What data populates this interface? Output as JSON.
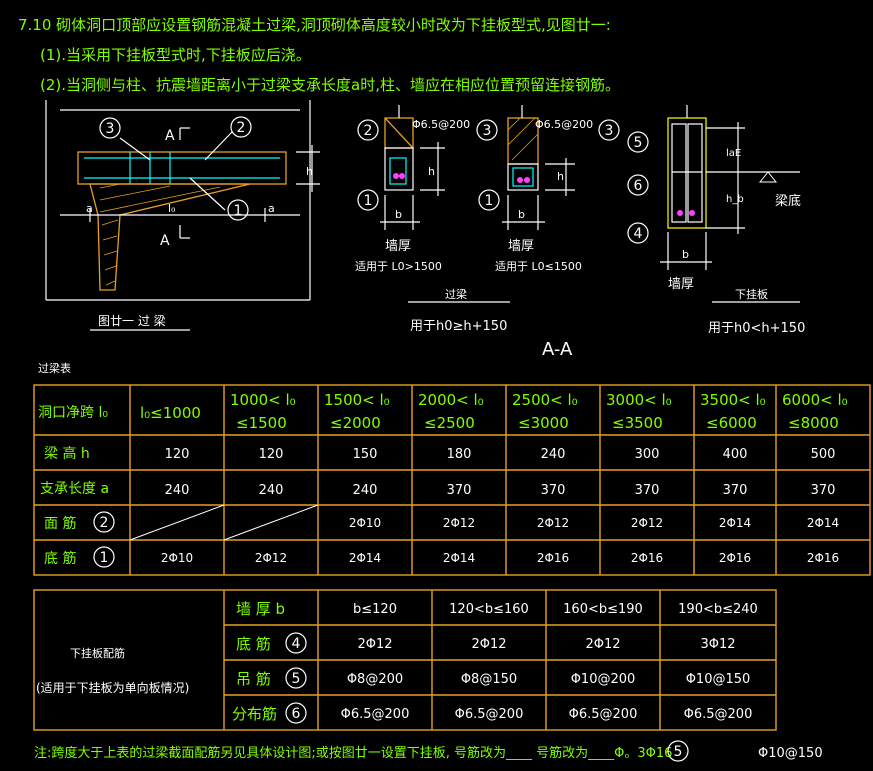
{
  "heading": {
    "line1": "7.10  砌体洞口顶部应设置钢筋混凝土过梁,洞顶砌体高度较小时改为下挂板型式,见图廿一:",
    "line2": "(1).当采用下挂板型式时,下挂板应后浇。",
    "line3": "(2).当洞侧与柱、抗震墙距离小于过梁支承长度a时,柱、墙应在相应位置预留连接钢筋。"
  },
  "fig_lintel": {
    "mark_3": "3",
    "mark_2": "2",
    "mark_1": "1",
    "section_a_top": "A",
    "section_a_bottom": "A",
    "label_h": "h",
    "label_a_left": "a",
    "label_l0": "l₀",
    "label_a_right": "a",
    "caption": "图廿一  过  梁"
  },
  "fig_sec1": {
    "mark_2": "2",
    "mark_3": "3",
    "mark_1": "1",
    "rebar": "Φ6.5@200",
    "label_h": "h",
    "label_b": "b",
    "wall": "墙厚",
    "applies": "适用于 L0>1500"
  },
  "fig_sec2": {
    "mark_3": "3",
    "mark_1": "1",
    "rebar": "Φ6.5@200",
    "label_h": "h",
    "label_b": "b",
    "wall": "墙厚",
    "applies": "适用于 L0≤1500"
  },
  "fig_lintel_label": {
    "name": "过梁",
    "use": "用于h0≥h+150"
  },
  "section_title": "A-A",
  "fig_hang": {
    "mark_5": "5",
    "mark_6": "6",
    "mark_4": "4",
    "label_lae": "laE",
    "label_hb": "h_b",
    "beam_bottom": "梁底",
    "label_b": "b",
    "wall": "墙厚",
    "name": "下挂板",
    "use": "用于h0<h+150"
  },
  "table1": {
    "title": "过梁表",
    "header": [
      "洞口净跨  l₀",
      "l₀≤1000",
      "1000< l₀ ≤1500",
      "1500< l₀ ≤2000",
      "2000< l₀ ≤2500",
      "2500< l₀ ≤3000",
      "3000< l₀ ≤3500",
      "3500< l₀ ≤6000",
      "6000< l₀ ≤8000"
    ],
    "header_top": [
      "1000<  l₀",
      "1500<  l₀",
      "2000<  l₀",
      "2500<  l₀",
      "3000<  l₀",
      "3500<  l₀",
      "6000<  l₀"
    ],
    "header_bot": [
      "≤1500",
      "≤2000",
      "≤2500",
      "≤3000",
      "≤3500",
      "≤6000",
      "≤8000"
    ],
    "row_beam_h": {
      "label": "梁 高   h",
      "values": [
        "120",
        "120",
        "150",
        "180",
        "240",
        "300",
        "400",
        "500"
      ]
    },
    "row_support": {
      "label": "支承长度   a",
      "values": [
        "240",
        "240",
        "240",
        "370",
        "370",
        "370",
        "370",
        "370"
      ]
    },
    "row_top_bar": {
      "label": "面 筋",
      "mark": "2",
      "values": [
        "",
        "",
        "2Φ10",
        "2Φ12",
        "2Φ12",
        "2Φ12",
        "2Φ14",
        "2Φ14"
      ]
    },
    "row_bot_bar": {
      "label": "底 筋",
      "mark": "1",
      "values": [
        "2Φ10",
        "2Φ12",
        "2Φ14",
        "2Φ14",
        "2Φ16",
        "2Φ16",
        "2Φ16",
        "2Φ16"
      ]
    }
  },
  "table2": {
    "title": "下挂板配筋",
    "subtitle": "(适用于下挂板为单向板情况)",
    "row_wall": {
      "label": "墙 厚 b",
      "values": [
        "b≤120",
        "120<b≤160",
        "160<b≤190",
        "190<b≤240"
      ]
    },
    "row_bottom": {
      "label": "底 筋",
      "mark": "4",
      "values": [
        "2Φ12",
        "2Φ12",
        "2Φ12",
        "3Φ12"
      ]
    },
    "row_hanger": {
      "label": "吊 筋",
      "mark": "5",
      "values": [
        "Φ8@200",
        "Φ8@150",
        "Φ10@200",
        "Φ10@150"
      ]
    },
    "row_dist": {
      "label": "分布筋",
      "mark": "6",
      "values": [
        "Φ6.5@200",
        "Φ6.5@200",
        "Φ6.5@200",
        "Φ6.5@200"
      ]
    }
  },
  "note": {
    "text": "注:跨度大于上表的过梁截面配筋另见具体设计图;或按图廿一设置下挂板,   号筋改为____  号筋改为____Φ。3Φ16",
    "mark5": "5",
    "tail": "Φ10@150"
  }
}
